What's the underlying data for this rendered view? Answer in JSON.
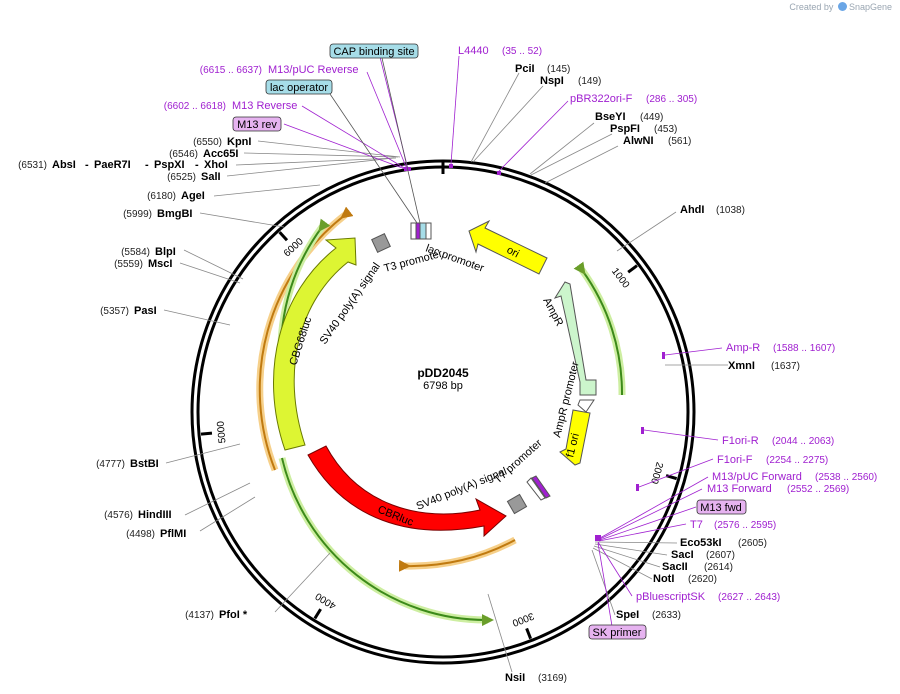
{
  "created_by": {
    "prefix": "Created by",
    "brand": "SnapGene"
  },
  "plasmid": {
    "name": "pDD2045",
    "size": "6798 bp",
    "length": 6798
  },
  "ruler_ticks": [
    {
      "label": "1000",
      "bp": 1000
    },
    {
      "label": "2000",
      "bp": 2000
    },
    {
      "label": "3000",
      "bp": 3000
    },
    {
      "label": "4000",
      "bp": 4000
    },
    {
      "label": "5000",
      "bp": 5000
    },
    {
      "label": "6000",
      "bp": 6000
    }
  ],
  "sites": [
    {
      "name": "PciI",
      "pos": "(145)",
      "bp": 145
    },
    {
      "name": "NspI",
      "pos": "(149)",
      "bp": 149
    },
    {
      "name": "BseYI",
      "pos": "(449)",
      "bp": 449
    },
    {
      "name": "PspFI",
      "pos": "(453)",
      "bp": 453
    },
    {
      "name": "AlwNI",
      "pos": "(561)",
      "bp": 561
    },
    {
      "name": "AhdI",
      "pos": "(1038)",
      "bp": 1038
    },
    {
      "name": "XmnI",
      "pos": "(1637)",
      "bp": 1637
    },
    {
      "name": "Eco53kI",
      "pos": "(2605)",
      "bp": 2605
    },
    {
      "name": "SacI",
      "pos": "(2607)",
      "bp": 2607
    },
    {
      "name": "SacII",
      "pos": "(2614)",
      "bp": 2614
    },
    {
      "name": "NotI",
      "pos": "(2620)",
      "bp": 2620
    },
    {
      "name": "SpeI",
      "pos": "(2633)",
      "bp": 2633
    },
    {
      "name": "NsiI",
      "pos": "(3169)",
      "bp": 3169
    },
    {
      "name": "PfoI *",
      "pos": "(4137)",
      "bp": 4137
    },
    {
      "name": "PflMI",
      "pos": "(4498)",
      "bp": 4498
    },
    {
      "name": "HindIII",
      "pos": "(4576)",
      "bp": 4576
    },
    {
      "name": "BstBI",
      "pos": "(4777)",
      "bp": 4777
    },
    {
      "name": "PasI",
      "pos": "(5357)",
      "bp": 5357
    },
    {
      "name": "MscI",
      "pos": "(5559)",
      "bp": 5559
    },
    {
      "name": "BlpI",
      "pos": "(5584)",
      "bp": 5584
    },
    {
      "name": "BmgBI",
      "pos": "(5999)",
      "bp": 5999
    },
    {
      "name": "AgeI",
      "pos": "(6180)",
      "bp": 6180
    },
    {
      "name": "SalI",
      "pos": "(6525)",
      "bp": 6525
    },
    {
      "name": "XhoI",
      "pos": "",
      "bp": 6529
    },
    {
      "name": "PspXI",
      "pos": "",
      "bp": 6530
    },
    {
      "name": "PaeR7I",
      "pos": "",
      "bp": 6531
    },
    {
      "name": "AbsI",
      "pos": "(6531)",
      "bp": 6531
    },
    {
      "name": "Acc65I",
      "pos": "(6546)",
      "bp": 6546
    },
    {
      "name": "KpnI",
      "pos": "(6550)",
      "bp": 6550
    }
  ],
  "primers": [
    {
      "name": "L4440",
      "pos": "(35 .. 52)",
      "bp": 44
    },
    {
      "name": "pBR322ori-F",
      "pos": "(286 .. 305)",
      "bp": 296
    },
    {
      "name": "Amp-R",
      "pos": "(1588 .. 1607)",
      "bp": 1598
    },
    {
      "name": "F1ori-R",
      "pos": "(2044 .. 2063)",
      "bp": 2054
    },
    {
      "name": "F1ori-F",
      "pos": "(2254 .. 2275)",
      "bp": 2265
    },
    {
      "name": "M13/pUC Forward",
      "pos": "(2538 .. 2560)",
      "bp": 2549
    },
    {
      "name": "M13 Forward",
      "pos": "(2552 .. 2569)",
      "bp": 2560
    },
    {
      "name": "M13 fwd",
      "pos": "",
      "bp": 2565
    },
    {
      "name": "T7",
      "pos": "(2576 .. 2595)",
      "bp": 2586
    },
    {
      "name": "pBluescriptSK",
      "pos": "(2627 .. 2643)",
      "bp": 2635
    },
    {
      "name": "SK primer",
      "pos": "",
      "bp": 2640
    },
    {
      "name": "M13 rev",
      "pos": "",
      "bp": 6610
    },
    {
      "name": "M13 Reverse",
      "pos": "(6602 .. 6618)",
      "bp": 6610
    },
    {
      "name": "M13/pUC Reverse",
      "pos": "(6615 .. 6637)",
      "bp": 6626
    }
  ],
  "boxed_features": [
    {
      "name": "CAP binding site",
      "color": "#a6dde8"
    },
    {
      "name": "lac operator",
      "color": "#a6dde8"
    }
  ],
  "features": {
    "ori": "ori",
    "ampr": "AmpR",
    "ampr_promoter": "AmpR promoter",
    "f1_ori": "f1 ori",
    "t7_promoter": "T7 promoter",
    "sv40_a": "SV40 poly(A) signal",
    "cbrluc": "CBRluc",
    "sv40_b": "SV40 poly(A) signal",
    "cbg68luc": "CBG68luc",
    "t3_promoter": "T3 promoter",
    "lac_promoter": "lac promoter"
  },
  "colors": {
    "ori": "#ffff00",
    "ampr": "#ccf5cc",
    "f1_ori": "#ffff00",
    "cbrluc": "#ff0000",
    "cbg68luc": "#ddf533",
    "primer": "#a020d0",
    "primer_box": "#e6b3f0",
    "orf_orange": "#f2b650",
    "orf_green": "#b6e27a",
    "backbone": "#000000"
  }
}
